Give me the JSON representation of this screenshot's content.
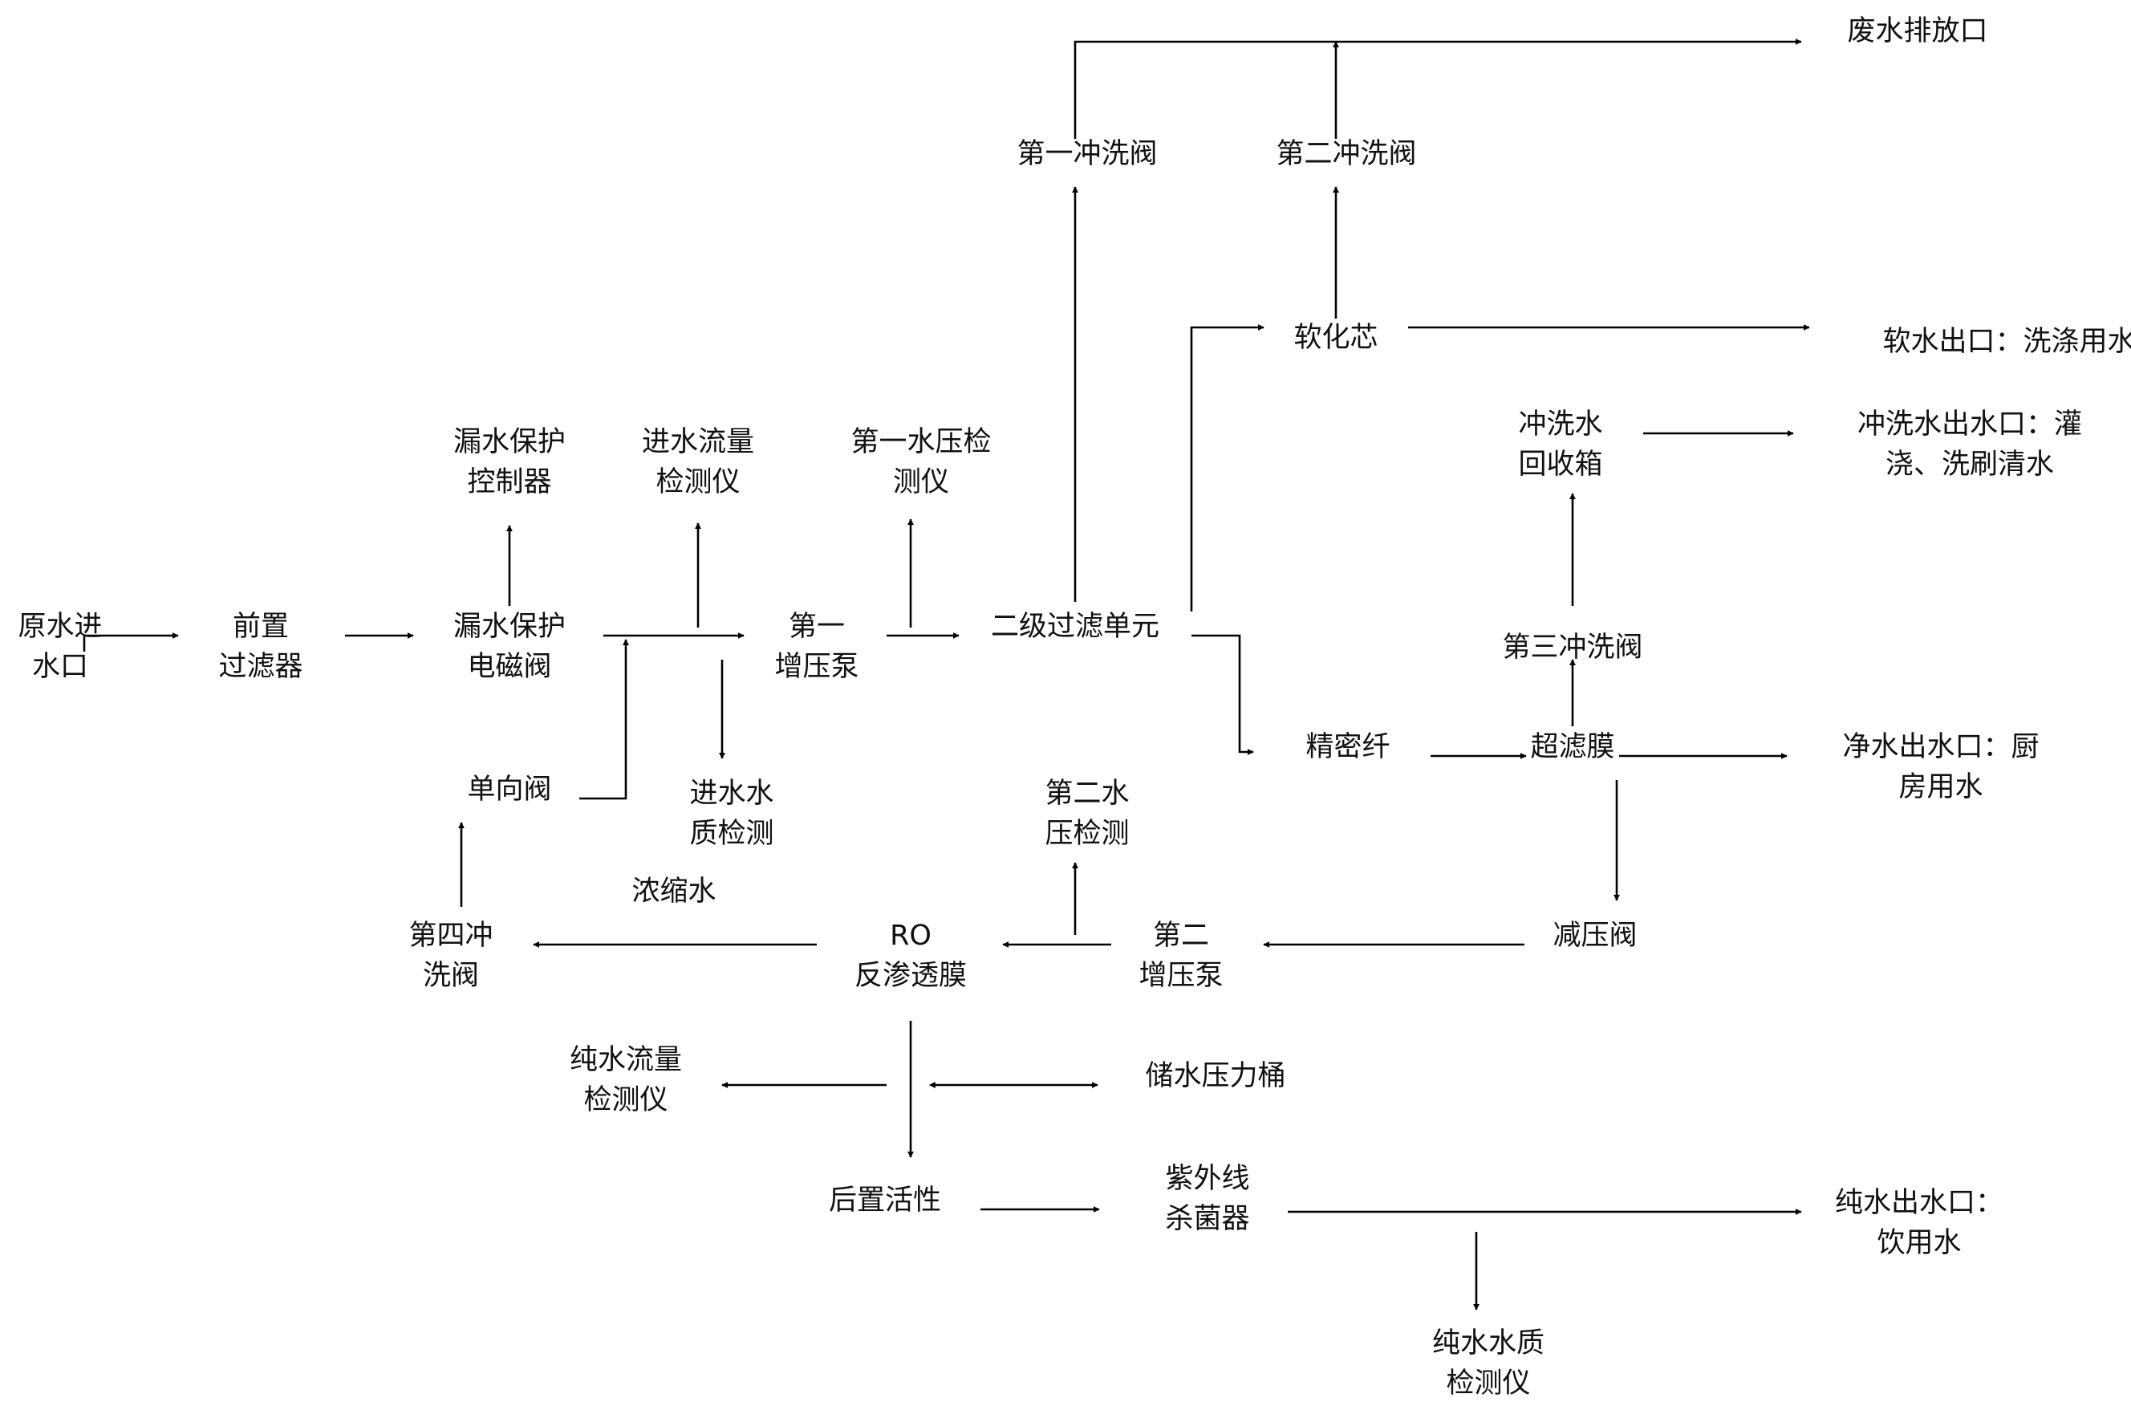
{
  "nodes": [
    {
      "id": "raw_water_inlet",
      "label_lines": [
        "原水进",
        "水口"
      ]
    },
    {
      "id": "pre_filter",
      "label_lines": [
        "前置",
        "过滤器"
      ]
    },
    {
      "id": "leak_solenoid_valve",
      "label_lines": [
        "漏水保护",
        "电磁阀"
      ]
    },
    {
      "id": "leak_controller",
      "label_lines": [
        "漏水保护",
        "控制器"
      ]
    },
    {
      "id": "inlet_flow_meter",
      "label_lines": [
        "进水流量",
        "检测仪"
      ]
    },
    {
      "id": "inlet_quality_detector",
      "label_lines": [
        "进水水",
        "质检测"
      ]
    },
    {
      "id": "check_valve",
      "label_lines": [
        "单向阀"
      ]
    },
    {
      "id": "booster_pump_1",
      "label_lines": [
        "第一",
        "增压泵"
      ]
    },
    {
      "id": "pressure_detector_1",
      "label_lines": [
        "第一水压检",
        "测仪"
      ]
    },
    {
      "id": "secondary_filter_unit",
      "label_lines": [
        "二级过滤单元"
      ]
    },
    {
      "id": "flush_valve_1",
      "label_lines": [
        "第一冲洗阀"
      ]
    },
    {
      "id": "flush_valve_2",
      "label_lines": [
        "第二冲洗阀"
      ]
    },
    {
      "id": "waste_outlet",
      "label_lines": [
        "废水排放口"
      ]
    },
    {
      "id": "softening_core",
      "label_lines": [
        "软化芯"
      ]
    },
    {
      "id": "soft_water_outlet",
      "label_lines": [
        "软水出口：洗涤用水"
      ]
    },
    {
      "id": "flush_recovery_tank",
      "label_lines": [
        "冲洗水",
        "回收箱"
      ]
    },
    {
      "id": "flush_water_outlet",
      "label_lines": [
        "冲洗水出水口：灌",
        "浇、洗刷清水"
      ]
    },
    {
      "id": "flush_valve_3",
      "label_lines": [
        "第三冲洗阀"
      ]
    },
    {
      "id": "precision_fiber",
      "label_lines": [
        "精密纤"
      ]
    },
    {
      "id": "ultrafiltration",
      "label_lines": [
        "超滤膜"
      ]
    },
    {
      "id": "clean_water_outlet",
      "label_lines": [
        "净水出水口：厨",
        "房用水"
      ]
    },
    {
      "id": "pressure_reducing_valve",
      "label_lines": [
        "减压阀"
      ]
    },
    {
      "id": "booster_pump_2",
      "label_lines": [
        "第二",
        "增压泵"
      ]
    },
    {
      "id": "pressure_detector_2",
      "label_lines": [
        "第二水",
        "压检测"
      ]
    },
    {
      "id": "ro_membrane",
      "label_lines": [
        "RO",
        "反渗透膜"
      ]
    },
    {
      "id": "concentrate_label",
      "label_lines": [
        "浓缩水"
      ]
    },
    {
      "id": "flush_valve_4",
      "label_lines": [
        "第四冲",
        "洗阀"
      ]
    },
    {
      "id": "pure_flow_meter",
      "label_lines": [
        "纯水流量",
        "检测仪"
      ]
    },
    {
      "id": "pressure_tank",
      "label_lines": [
        "储水压力桶"
      ]
    },
    {
      "id": "post_carbon",
      "label_lines": [
        "后置活性"
      ]
    },
    {
      "id": "uv_sterilizer",
      "label_lines": [
        "紫外线",
        "杀菌器"
      ]
    },
    {
      "id": "pure_water_outlet",
      "label_lines": [
        "纯水出水口：",
        "饮用水"
      ]
    },
    {
      "id": "pure_quality_detector",
      "label_lines": [
        "纯水水质",
        "检测仪"
      ]
    }
  ],
  "edges": [
    {
      "from": "raw_water_inlet",
      "to": "pre_filter"
    },
    {
      "from": "pre_filter",
      "to": "leak_solenoid_valve"
    },
    {
      "from": "leak_solenoid_valve",
      "to": "leak_controller"
    },
    {
      "from": "leak_solenoid_valve",
      "to": "booster_pump_1"
    },
    {
      "from": "leak_solenoid_valve",
      "to": "inlet_flow_meter"
    },
    {
      "from": "leak_solenoid_valve",
      "to": "inlet_quality_detector"
    },
    {
      "from": "check_valve",
      "to": "booster_pump_1"
    },
    {
      "from": "booster_pump_1",
      "to": "pressure_detector_1"
    },
    {
      "from": "booster_pump_1",
      "to": "secondary_filter_unit"
    },
    {
      "from": "secondary_filter_unit",
      "to": "flush_valve_1"
    },
    {
      "from": "flush_valve_1",
      "to": "waste_outlet"
    },
    {
      "from": "secondary_filter_unit",
      "to": "softening_core"
    },
    {
      "from": "softening_core",
      "to": "flush_valve_2"
    },
    {
      "from": "flush_valve_2",
      "to": "waste_outlet"
    },
    {
      "from": "softening_core",
      "to": "soft_water_outlet"
    },
    {
      "from": "secondary_filter_unit",
      "to": "precision_fiber"
    },
    {
      "from": "precision_fiber",
      "to": "ultrafiltration"
    },
    {
      "from": "ultrafiltration",
      "to": "flush_valve_3"
    },
    {
      "from": "flush_valve_3",
      "to": "flush_recovery_tank"
    },
    {
      "from": "flush_recovery_tank",
      "to": "flush_water_outlet"
    },
    {
      "from": "ultrafiltration",
      "to": "clean_water_outlet"
    },
    {
      "from": "ultrafiltration",
      "to": "pressure_reducing_valve"
    },
    {
      "from": "pressure_reducing_valve",
      "to": "booster_pump_2"
    },
    {
      "from": "booster_pump_2",
      "to": "ro_membrane"
    },
    {
      "from": "booster_pump_2",
      "to": "pressure_detector_2"
    },
    {
      "from": "ro_membrane",
      "to": "flush_valve_4",
      "label": "浓缩水"
    },
    {
      "from": "flush_valve_4",
      "to": "check_valve"
    },
    {
      "from": "ro_membrane",
      "to": "pure_flow_meter"
    },
    {
      "from": "ro_membrane",
      "to": "pressure_tank",
      "bidirectional": true
    },
    {
      "from": "ro_membrane",
      "to": "post_carbon"
    },
    {
      "from": "post_carbon",
      "to": "uv_sterilizer"
    },
    {
      "from": "uv_sterilizer",
      "to": "pure_water_outlet"
    },
    {
      "from": "uv_sterilizer",
      "to": "pure_quality_detector"
    }
  ]
}
